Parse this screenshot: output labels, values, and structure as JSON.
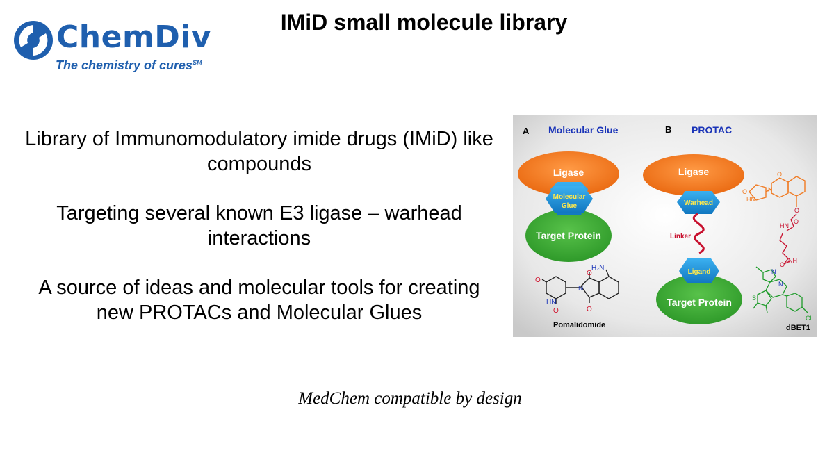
{
  "logo": {
    "name": "ChemDiv",
    "tagline": "The chemistry of cures",
    "mark": "SM"
  },
  "title": "IMiD small molecule library",
  "bullets": [
    "Library of Immunomodulatory imide drugs (IMiD) like compounds",
    "Targeting several known E3 ligase – warhead interactions",
    "A source of ideas and molecular tools for creating new PROTACs and Molecular Glues"
  ],
  "figure": {
    "panel_a": {
      "letter": "A",
      "heading": "Molecular Glue",
      "ligase": "Ligase",
      "glue_line1": "Molecular",
      "glue_line2": "Glue",
      "target": "Target Protein",
      "molecule_name": "Pomalidomide"
    },
    "panel_b": {
      "letter": "B",
      "heading": "PROTAC",
      "ligase": "Ligase",
      "warhead": "Warhead",
      "linker": "Linker",
      "ligand": "Ligand",
      "target": "Target Protein",
      "molecule_name": "dBET1"
    },
    "atoms": {
      "h2n": "H₂N",
      "n": "N",
      "o": "O",
      "hn": "HN",
      "nh": "NH",
      "s": "S",
      "cl": "Cl"
    },
    "colors": {
      "ligase": "#f07a22",
      "target": "#3aa935",
      "hexagon": "#1b8fd6",
      "linker": "#c8102e",
      "heading": "#1a34b8"
    }
  },
  "footer": "MedChem compatible by design"
}
